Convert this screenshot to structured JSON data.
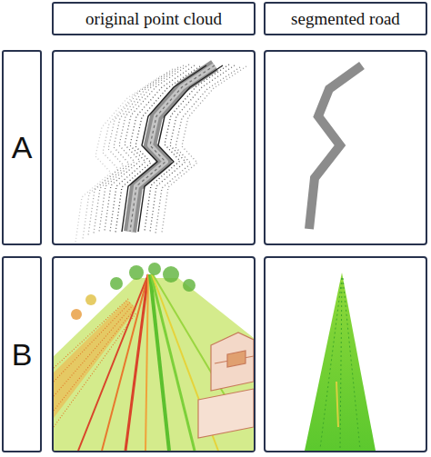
{
  "diagram": {
    "nodes": [
      {
        "text": [
          "original point cloud"
        ]
      },
      {
        "text": [
          "segmented road"
        ]
      },
      {
        "text": [
          "A"
        ]
      },
      {
        "text": [
          "B"
        ]
      }
    ]
  }
}
